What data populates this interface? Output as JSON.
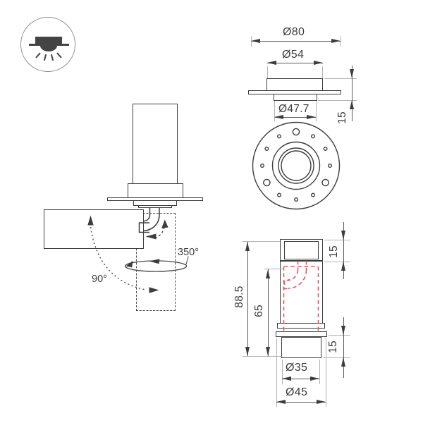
{
  "colors": {
    "line": "#3d3d3d",
    "dimension": "#5a5a5a",
    "extension": "#b3b3b3",
    "mechanism_red": "#e05a5e",
    "background": "#ffffff"
  },
  "legend": {
    "icon": "recessed-downlight-icon"
  },
  "views": {
    "trim_side": {
      "labels": {
        "diameter_outer": "Ø80",
        "diameter_body": "Ø54",
        "diameter_lip": "Ø47.7",
        "recess_height": "15"
      }
    },
    "trim_front": {
      "holes": {
        "total": 12,
        "large": 3,
        "small": 9
      }
    },
    "swivel": {
      "labels": {
        "tilt": "90°",
        "rotation": "350°"
      }
    },
    "body_side": {
      "labels": {
        "height_total": "88.5",
        "height_module": "65",
        "height_cap": "15",
        "height_base": "15",
        "diameter_base": "Ø35",
        "diameter_ring": "Ø45"
      }
    }
  }
}
